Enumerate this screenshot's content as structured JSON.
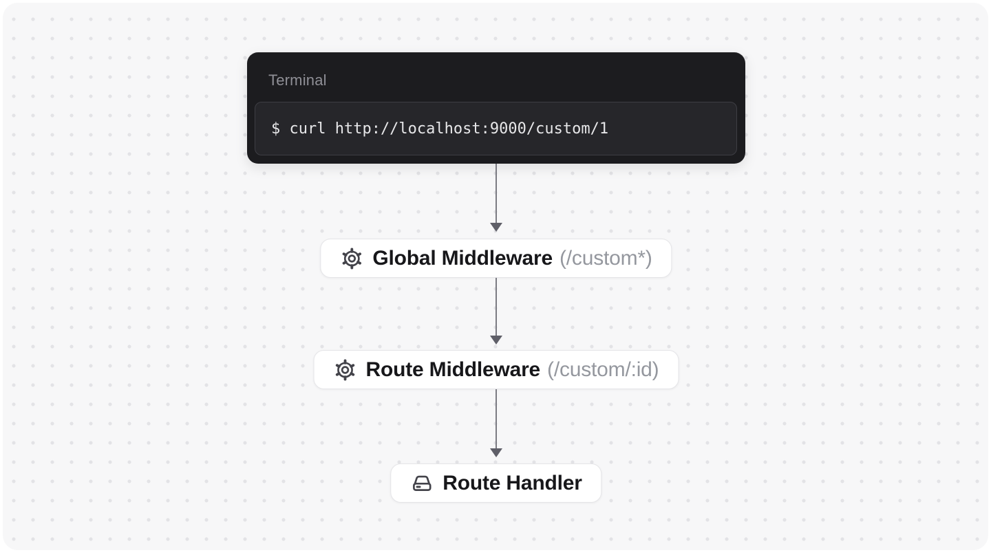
{
  "diagram": {
    "terminal": {
      "title": "Terminal",
      "command": "$ curl http://localhost:9000/custom/1"
    },
    "nodes": [
      {
        "id": "global-middleware",
        "icon": "gear-icon",
        "label": "Global Middleware",
        "path": "(/custom*)"
      },
      {
        "id": "route-middleware",
        "icon": "gear-icon",
        "label": "Route Middleware",
        "path": "(/custom/:id)"
      },
      {
        "id": "route-handler",
        "icon": "hard-drive-icon",
        "label": "Route Handler",
        "path": ""
      }
    ],
    "flow": [
      "terminal",
      "global-middleware",
      "route-middleware",
      "route-handler"
    ],
    "colors": {
      "page_bg": "#ffffff",
      "panel_bg": "#f7f7f8",
      "dot_grid": "#e3e3e6",
      "terminal_bg": "#1c1c1f",
      "terminal_input_bg": "#26262a",
      "terminal_input_border": "#3e3e44",
      "terminal_title": "#8f8f96",
      "terminal_text": "#e7e7e9",
      "node_bg": "#ffffff",
      "node_border": "#e5e5e8",
      "node_label": "#17171a",
      "node_path": "#94979e",
      "icon_stroke": "#43434a",
      "arrow_line": "#7b7b83",
      "arrow_head": "#5f5f68"
    }
  }
}
